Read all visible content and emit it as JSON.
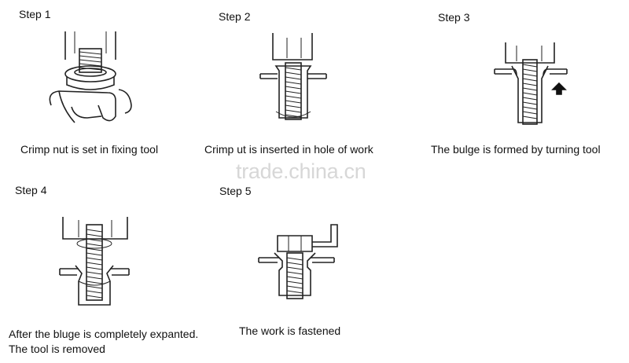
{
  "steps": [
    {
      "label": "Step 1",
      "caption": "Crimp nut is set in fixing tool",
      "figure": "crimp-nut-in-fixing-tool"
    },
    {
      "label": "Step 2",
      "caption": "Crimp ut is inserted in hole of work",
      "figure": "nut-inserted-in-hole"
    },
    {
      "label": "Step 3",
      "caption": "The bulge is formed by turning tool",
      "figure": "bulge-formed"
    },
    {
      "label": "Step 4",
      "caption_lines": [
        "After the bluge is completely expanted.",
        "The tool is removed"
      ],
      "figure": "tool-removed"
    },
    {
      "label": "Step 5",
      "caption": "The work is fastened",
      "figure": "work-fastened"
    }
  ],
  "watermark": "trade.china.cn",
  "colors": {
    "line": "#222222",
    "watermark": "#d7d7d7",
    "background": "#ffffff"
  }
}
